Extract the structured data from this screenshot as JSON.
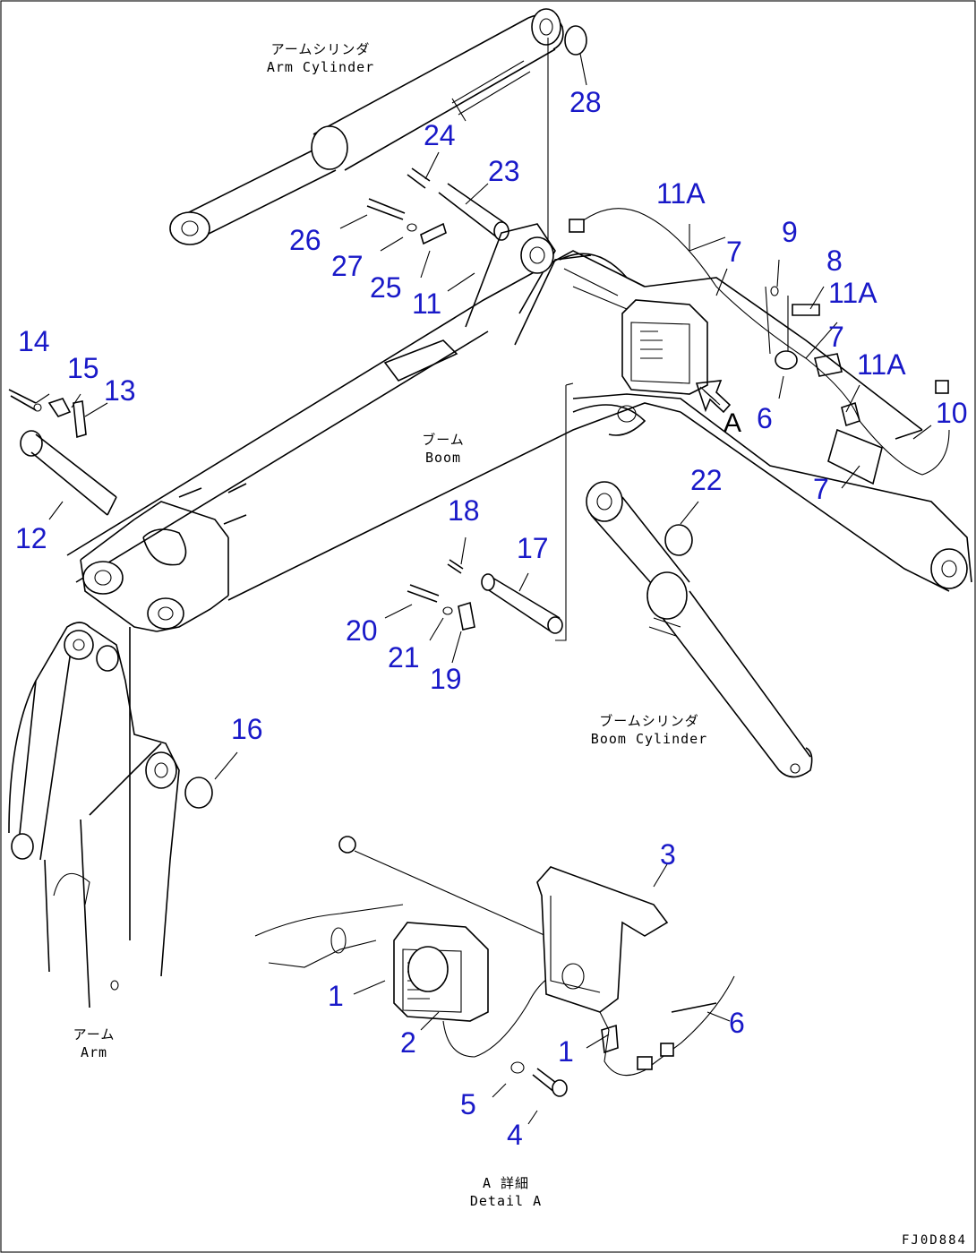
{
  "component_labels": {
    "arm_cylinder_jp": "アームシリンダ",
    "arm_cylinder_en": "Arm Cylinder",
    "boom_jp": "ブーム",
    "boom_en": "Boom",
    "boom_cylinder_jp": "ブームシリンダ",
    "boom_cylinder_en": "Boom Cylinder",
    "arm_jp": "アーム",
    "arm_en": "Arm",
    "detail_jp": "A 詳細",
    "detail_en": "Detail A",
    "view_arrow": "A"
  },
  "callouts": {
    "c28": "28",
    "c24": "24",
    "c23": "23",
    "c26": "26",
    "c27": "27",
    "c25": "25",
    "c11": "11",
    "c11a_1": "11A",
    "c7_1": "7",
    "c9": "9",
    "c8": "8",
    "c11a_2": "11A",
    "c7_2": "7",
    "c11a_3": "11A",
    "c6_top": "6",
    "c10": "10",
    "c7_3": "7",
    "c14": "14",
    "c15": "15",
    "c13": "13",
    "c12": "12",
    "c22": "22",
    "c18": "18",
    "c17": "17",
    "c20": "20",
    "c21": "21",
    "c19": "19",
    "c16": "16",
    "c3": "3",
    "c1_left": "1",
    "c2": "2",
    "c1_right": "1",
    "c6_bottom": "6",
    "c5": "5",
    "c4": "4"
  },
  "drawing_number": "FJ0D884"
}
